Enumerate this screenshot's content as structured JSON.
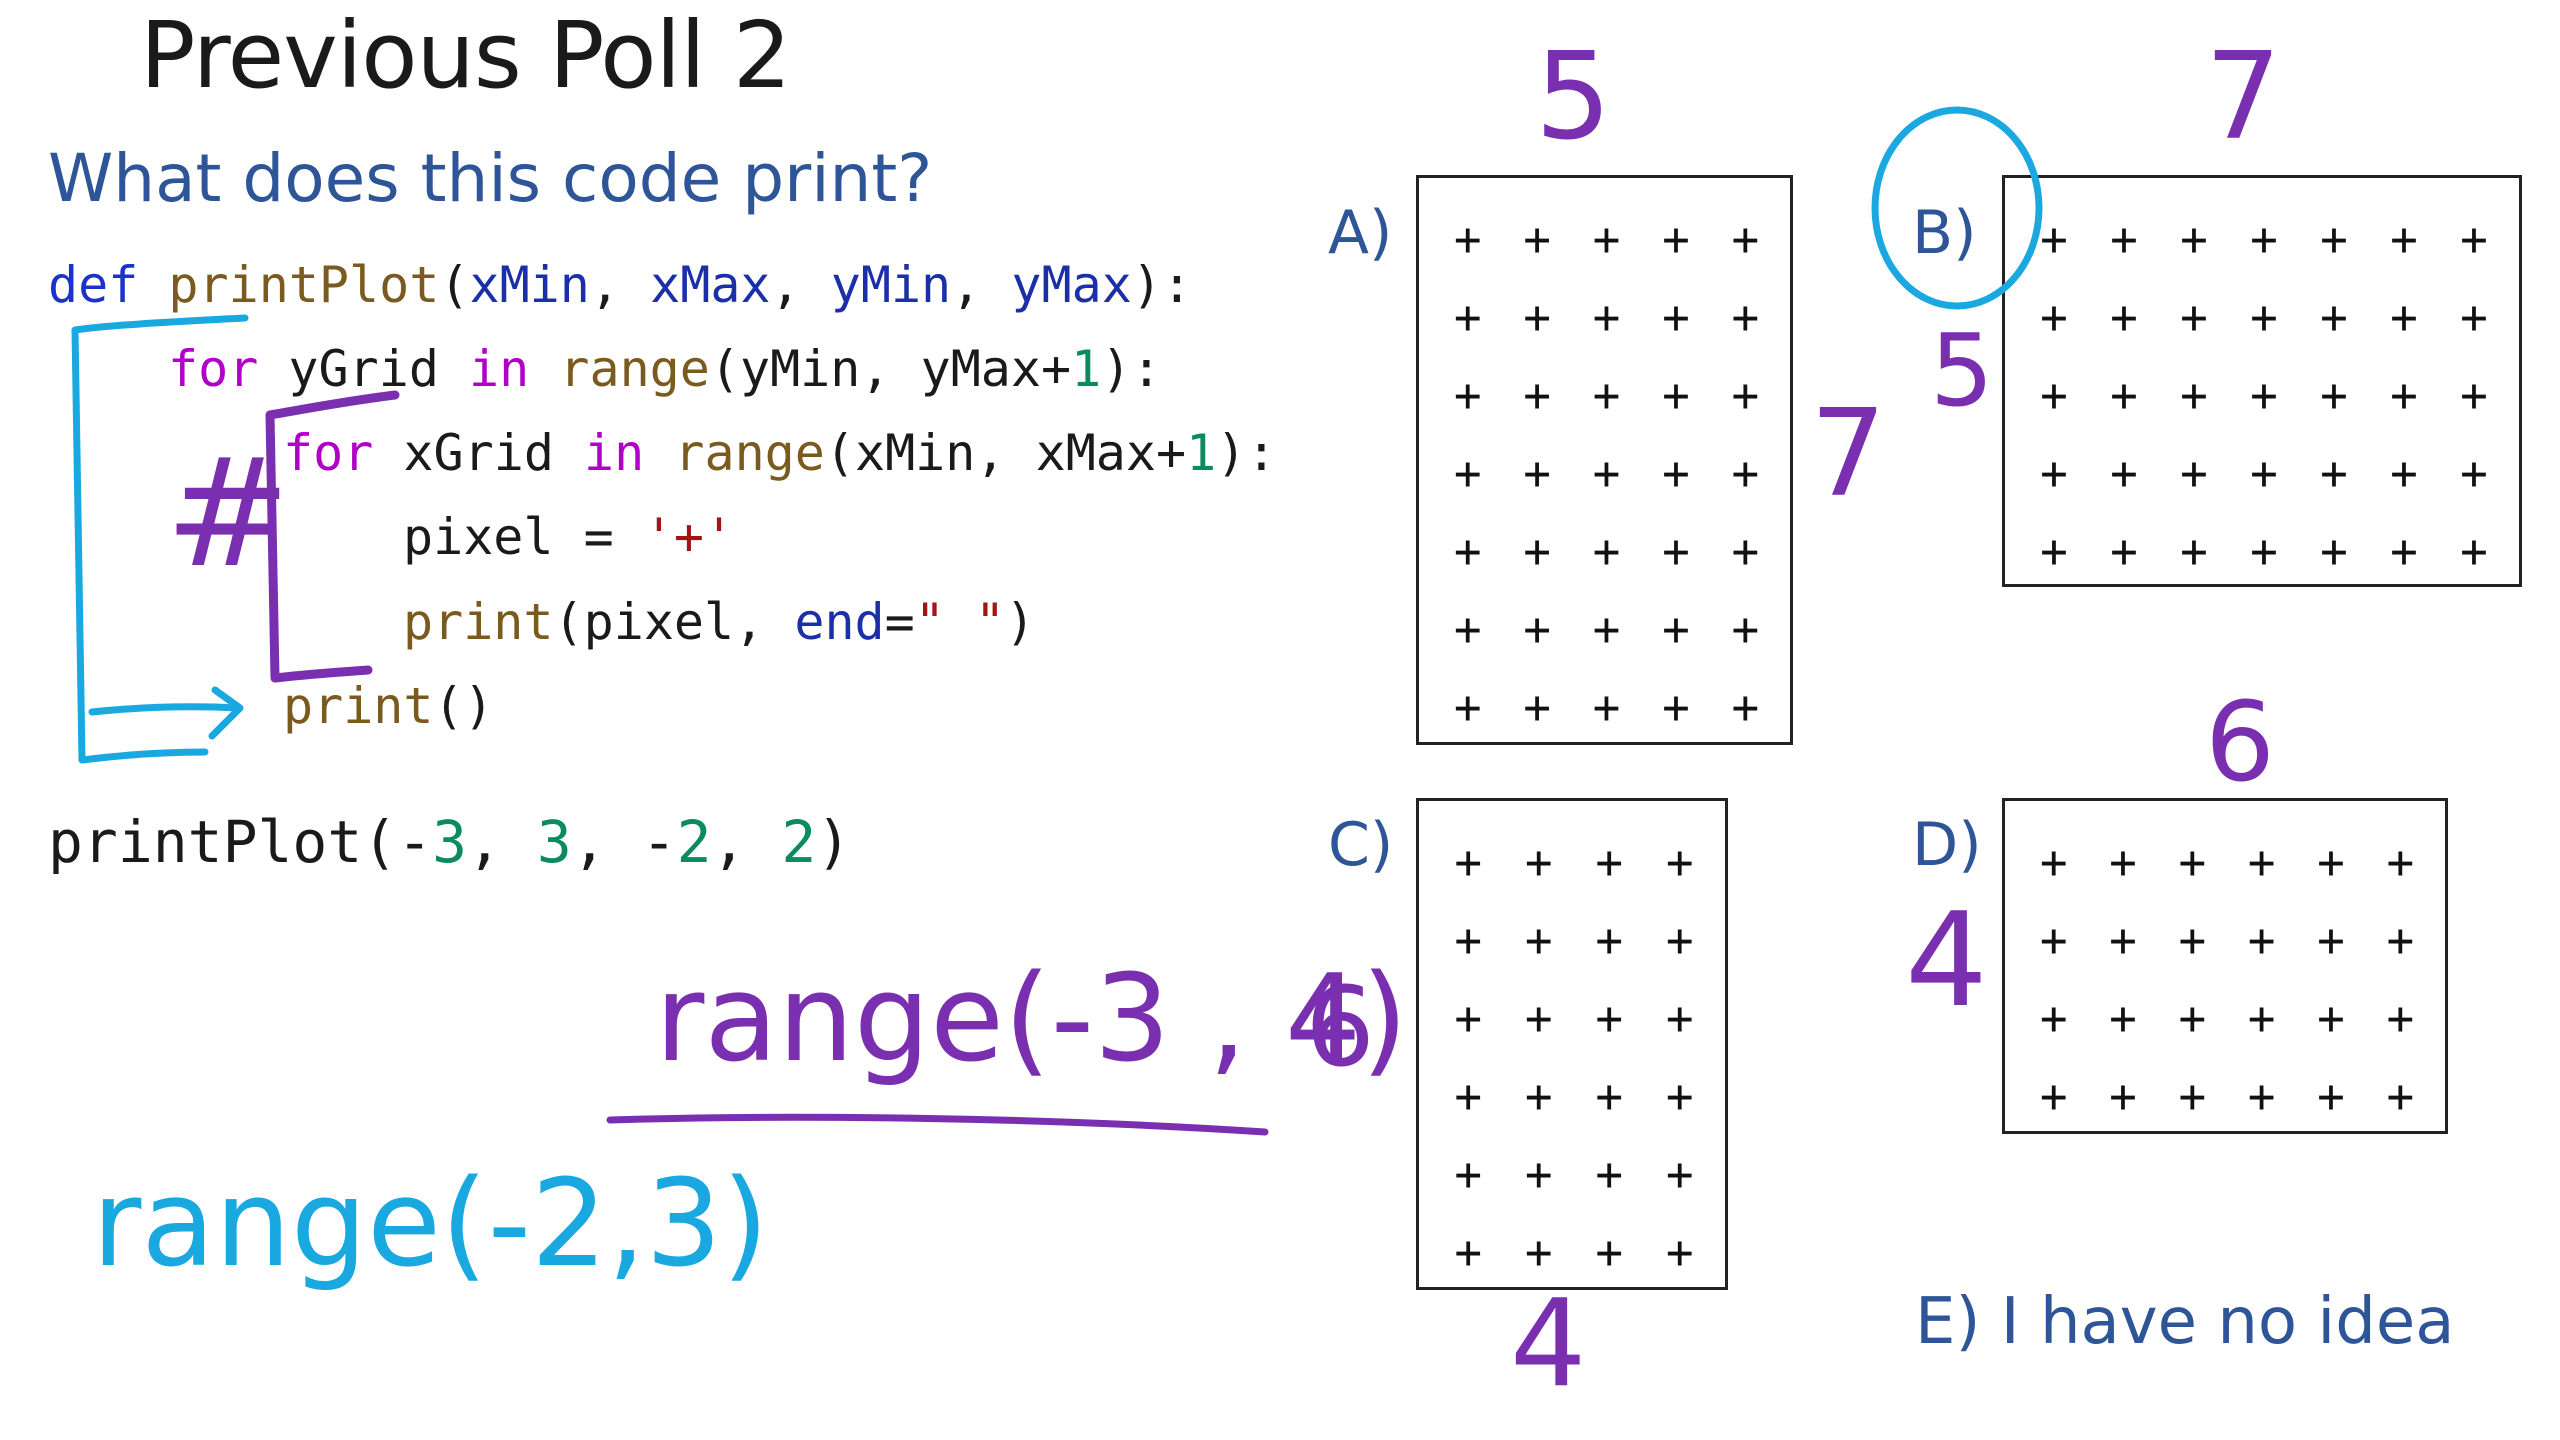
{
  "slide": {
    "title": "Previous Poll 2",
    "question": "What does this code print?"
  },
  "code": {
    "line1": {
      "def": "def",
      "name": "printPlot",
      "open": "(",
      "p1": "xMin",
      "c1": ", ",
      "p2": "xMax",
      "c2": ", ",
      "p3": "yMin",
      "c3": ", ",
      "p4": "yMax",
      "close": "):"
    },
    "line2": {
      "for": "for",
      "var": " yGrid ",
      "in": "in",
      "sp": " ",
      "range": "range",
      "args": "(yMin, yMax+",
      "one": "1",
      "end": "):"
    },
    "line3": {
      "for": "for",
      "var": " xGrid ",
      "in": "in",
      "sp": " ",
      "range": "range",
      "args": "(xMin, xMax+",
      "one": "1",
      "end": "):"
    },
    "line4": {
      "lhs": "pixel = ",
      "str": "'+'"
    },
    "line5": {
      "print": "print",
      "args": "(pixel, ",
      "kw": "end",
      "eq": "=",
      "str": "\" \"",
      "end": ")"
    },
    "line6": {
      "print": "print",
      "args": "()"
    },
    "call": {
      "name": "printPlot",
      "open": "(-",
      "a1": "3",
      "c1": ", ",
      "a2": "3",
      "c2": ", -",
      "a3": "2",
      "c3": ", ",
      "a4": "2",
      "close": ")"
    }
  },
  "options": {
    "A": {
      "label": "A)",
      "cols": 5,
      "rows": 7
    },
    "B": {
      "label": "B)",
      "cols": 7,
      "rows": 5
    },
    "C": {
      "label": "C)",
      "cols": 4,
      "rows": 6
    },
    "D": {
      "label": "D)",
      "cols": 6,
      "rows": 4
    },
    "E": {
      "label": "E) I have no idea"
    },
    "cell_symbol": "+"
  },
  "annotations": {
    "a_top": "5",
    "a_side": "7",
    "b_top": "7",
    "b_side": "5",
    "c_bottom": "4",
    "c_side_note": "6",
    "d_top": "6",
    "d_side": "4",
    "hash": "#",
    "range_x": "range(-3 , 4)",
    "range_y": "range(-2,3)"
  },
  "colors": {
    "title": "#1a1a1a",
    "question": "#2e5597",
    "ink_blue": "#1aa8e0",
    "ink_purple": "#7a2fb0"
  }
}
